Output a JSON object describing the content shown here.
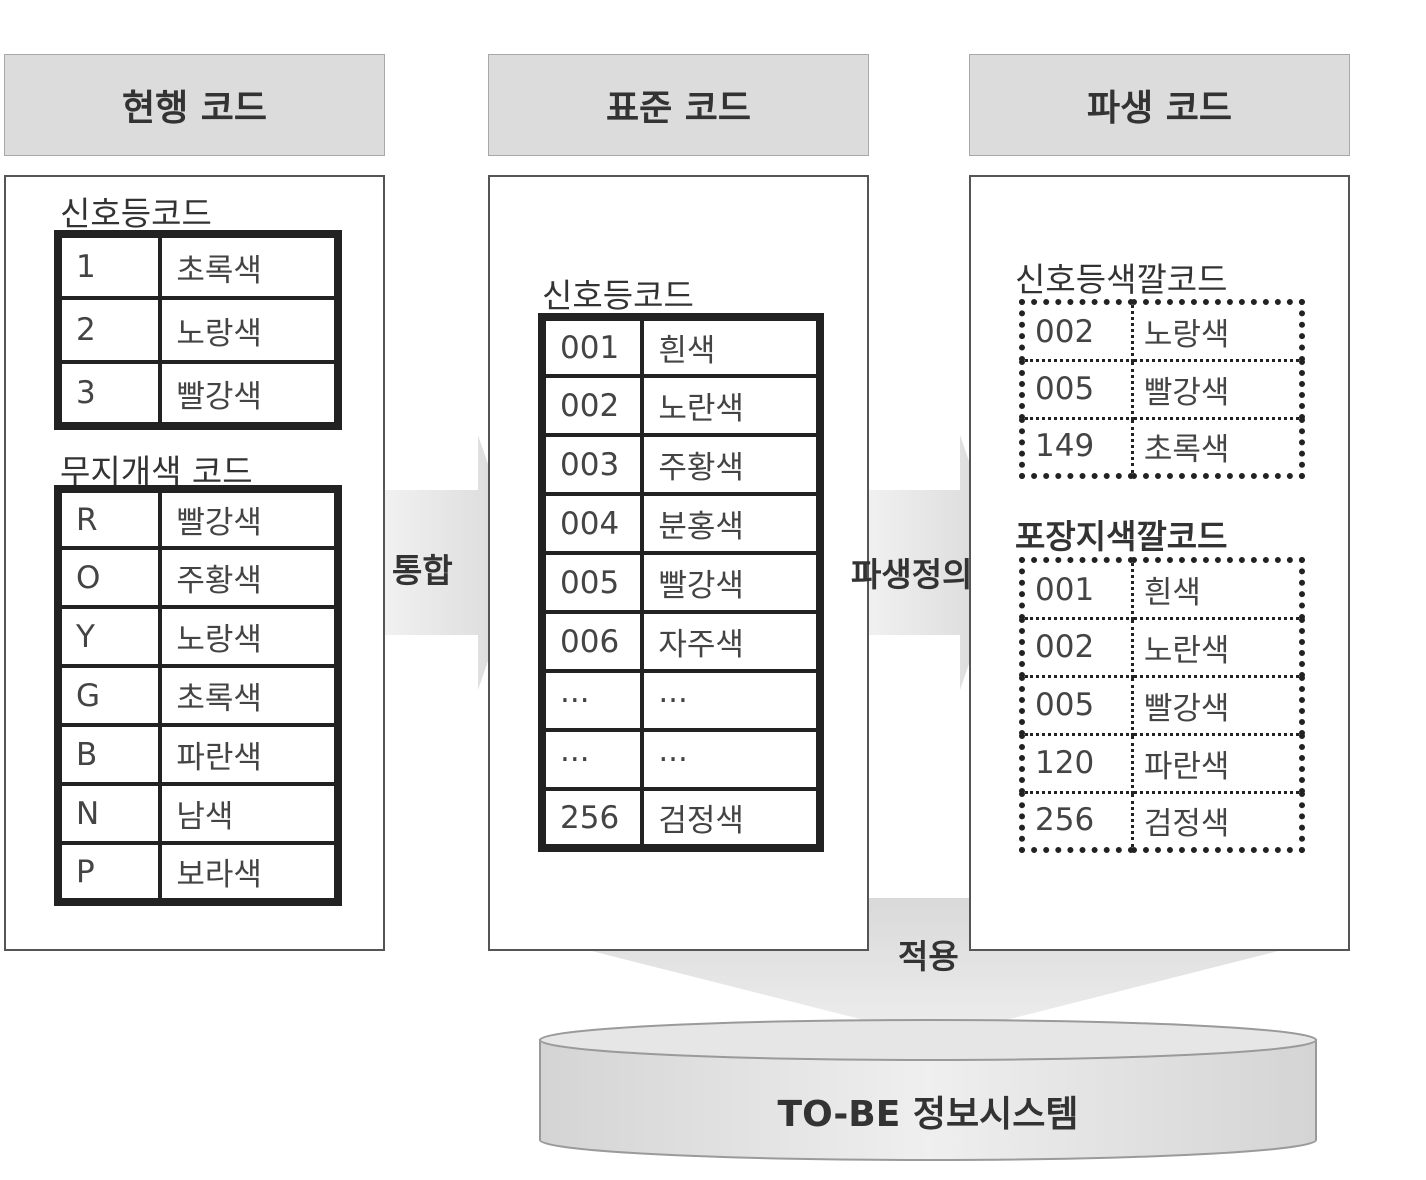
{
  "headers": {
    "current": "현행 코드",
    "standard": "표준 코드",
    "derived": "파생 코드"
  },
  "current": {
    "signal_title": "신호등코드",
    "signal_rows": [
      [
        "1",
        "초록색"
      ],
      [
        "2",
        "노랑색"
      ],
      [
        "3",
        "빨강색"
      ]
    ],
    "rainbow_title": "무지개색 코드",
    "rainbow_rows": [
      [
        "R",
        "빨강색"
      ],
      [
        "O",
        "주황색"
      ],
      [
        "Y",
        "노랑색"
      ],
      [
        "G",
        "초록색"
      ],
      [
        "B",
        "파란색"
      ],
      [
        "N",
        "남색"
      ],
      [
        "P",
        "보라색"
      ]
    ]
  },
  "standard": {
    "title": "신호등코드",
    "rows": [
      [
        "001",
        "흰색"
      ],
      [
        "002",
        "노란색"
      ],
      [
        "003",
        "주황색"
      ],
      [
        "004",
        "분홍색"
      ],
      [
        "005",
        "빨강색"
      ],
      [
        "006",
        "자주색"
      ],
      [
        "···",
        "···"
      ],
      [
        "···",
        "···"
      ],
      [
        "256",
        "검정색"
      ]
    ]
  },
  "derived": {
    "signal_title": "신호등색깔코드",
    "signal_rows": [
      [
        "002",
        "노랑색"
      ],
      [
        "005",
        "빨강색"
      ],
      [
        "149",
        "초록색"
      ]
    ],
    "pack_title": "포장지색깔코드",
    "pack_rows": [
      [
        "001",
        "흰색"
      ],
      [
        "002",
        "노란색"
      ],
      [
        "005",
        "빨강색"
      ],
      [
        "120",
        "파란색"
      ],
      [
        "256",
        "검정색"
      ]
    ]
  },
  "arrows": {
    "integrate": "통합",
    "derive": "파생정의",
    "apply": "적용"
  },
  "database": {
    "label": "TO-BE 정보시스템"
  },
  "colors": {
    "header_fill": "#dcdcdc",
    "arrow_fill": "#e2e2e2",
    "border": "#222222"
  }
}
